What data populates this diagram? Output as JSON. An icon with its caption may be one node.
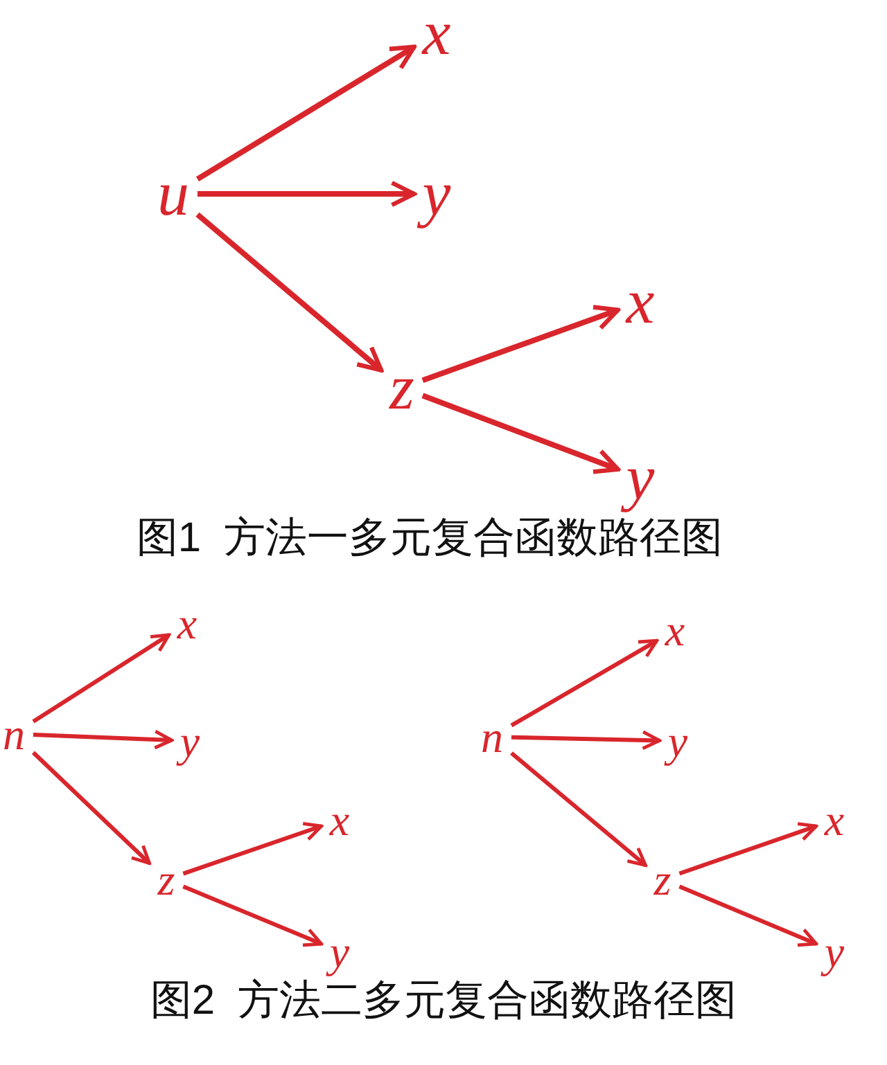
{
  "diagram": {
    "nodes": [
      {
        "text": [
          "u"
        ]
      },
      {
        "text": [
          "x"
        ]
      },
      {
        "text": [
          "y"
        ]
      },
      {
        "text": [
          "z"
        ]
      },
      {
        "text": [
          "x"
        ]
      },
      {
        "text": [
          "y"
        ]
      },
      {
        "text": [
          "n"
        ]
      },
      {
        "text": [
          "x"
        ]
      },
      {
        "text": [
          "y"
        ]
      },
      {
        "text": [
          "z"
        ]
      },
      {
        "text": [
          "x"
        ]
      },
      {
        "text": [
          "y"
        ]
      },
      {
        "text": [
          "n"
        ]
      },
      {
        "text": [
          "x"
        ]
      },
      {
        "text": [
          "y"
        ]
      },
      {
        "text": [
          "z"
        ]
      },
      {
        "text": [
          "x"
        ]
      },
      {
        "text": [
          "y"
        ]
      }
    ],
    "edges": [
      {
        "from": 0,
        "to": 1,
        "arrow": "to"
      },
      {
        "from": 0,
        "to": 2,
        "arrow": "to"
      },
      {
        "from": 0,
        "to": 3,
        "arrow": "to"
      },
      {
        "from": 3,
        "to": 4,
        "arrow": "to"
      },
      {
        "from": 3,
        "to": 5,
        "arrow": "to"
      },
      {
        "from": 6,
        "to": 7,
        "arrow": "to"
      },
      {
        "from": 6,
        "to": 8,
        "arrow": "to"
      },
      {
        "from": 6,
        "to": 9,
        "arrow": "to"
      },
      {
        "from": 9,
        "to": 10,
        "arrow": "to"
      },
      {
        "from": 9,
        "to": 11,
        "arrow": "to"
      },
      {
        "from": 12,
        "to": 13,
        "arrow": "to"
      },
      {
        "from": 12,
        "to": 14,
        "arrow": "to"
      },
      {
        "from": 12,
        "to": 15,
        "arrow": "to"
      },
      {
        "from": 15,
        "to": 16,
        "arrow": "to"
      },
      {
        "from": 15,
        "to": 17,
        "arrow": "to"
      }
    ],
    "labels": [
      "图1  方法一多元复合函数路径图",
      "图2  方法二多元复合函数路径图"
    ]
  }
}
